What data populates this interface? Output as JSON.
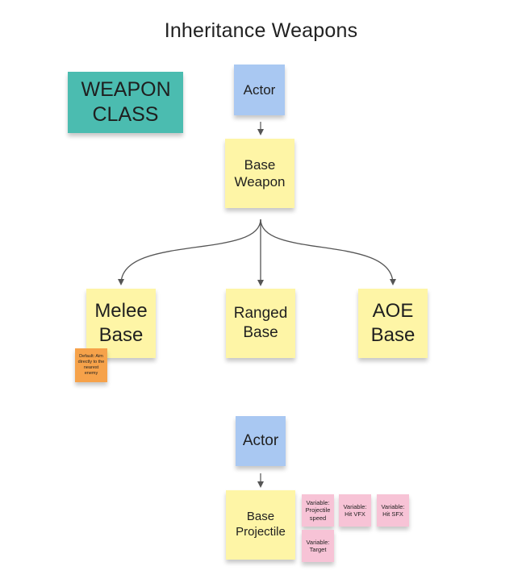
{
  "title": "Inheritance Weapons",
  "colors": {
    "yellow": "#fef5a6",
    "blue": "#a9c8f2",
    "teal": "#4bbcb0",
    "orange": "#f6a24a",
    "pink": "#f7c3d6",
    "connector": "#555555"
  },
  "notes": {
    "weapon_class": "WEAPON CLASS",
    "actor_top": "Actor",
    "base_weapon": "Base Weapon",
    "melee_base": "Melee Base",
    "ranged_base": "Ranged Base",
    "aoe_base": "AOE Base",
    "melee_comment": "Default: Aim directly to the nearest enemy",
    "actor_bottom": "Actor",
    "base_projectile": "Base Projectile",
    "var_projectile_speed": "Variable: Projectile speed",
    "var_hit_vfx": "Variable: Hit VFX",
    "var_hit_sfx": "Variable: Hit SFX",
    "var_target": "Variable: Target"
  }
}
